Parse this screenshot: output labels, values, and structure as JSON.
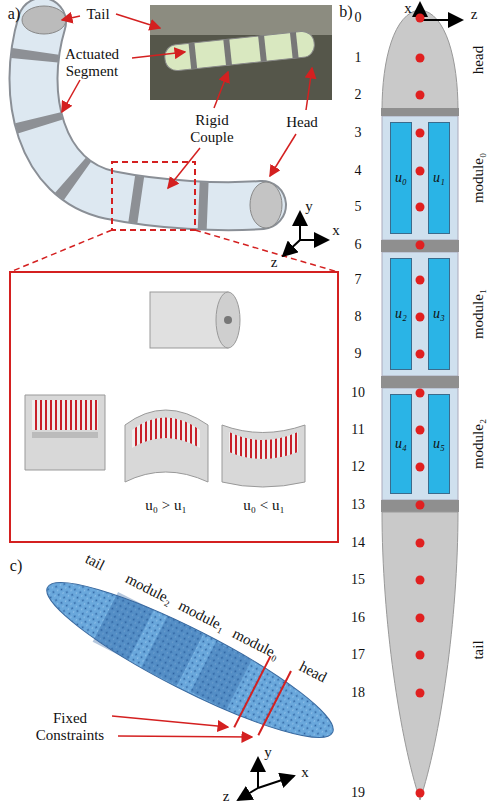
{
  "diagram": {
    "nodes": [
      {
        "text": [
          "module₀"
        ]
      },
      {
        "text": [
          "u₀"
        ],
        "in": 0
      },
      {
        "text": [
          "u₁"
        ],
        "in": 0
      },
      {
        "text": [
          "module₁"
        ]
      },
      {
        "text": [
          "u₂"
        ],
        "in": 3
      },
      {
        "text": [
          "u₃"
        ],
        "in": 3
      },
      {
        "text": [
          "module₂"
        ]
      },
      {
        "text": [
          "u₄"
        ],
        "in": 6
      },
      {
        "text": [
          "u₅"
        ],
        "in": 6
      }
    ],
    "labels": [
      "a)",
      "Tail",
      "Actuated Segment",
      "Rigid Couple",
      "Head",
      "y",
      "x",
      "z",
      "u₀ > u₁",
      "u₀ < u₁",
      "b)",
      "x",
      "z",
      "0",
      "1",
      "2",
      "3",
      "4",
      "5",
      "6",
      "7",
      "8",
      "9",
      "10",
      "11",
      "12",
      "13",
      "14",
      "15",
      "16",
      "17",
      "18",
      "19",
      "head",
      "tail",
      "c)",
      "tail",
      "module₂",
      "module₁",
      "module₀",
      "head",
      "Fixed Constraints",
      "y",
      "x",
      "z"
    ]
  }
}
